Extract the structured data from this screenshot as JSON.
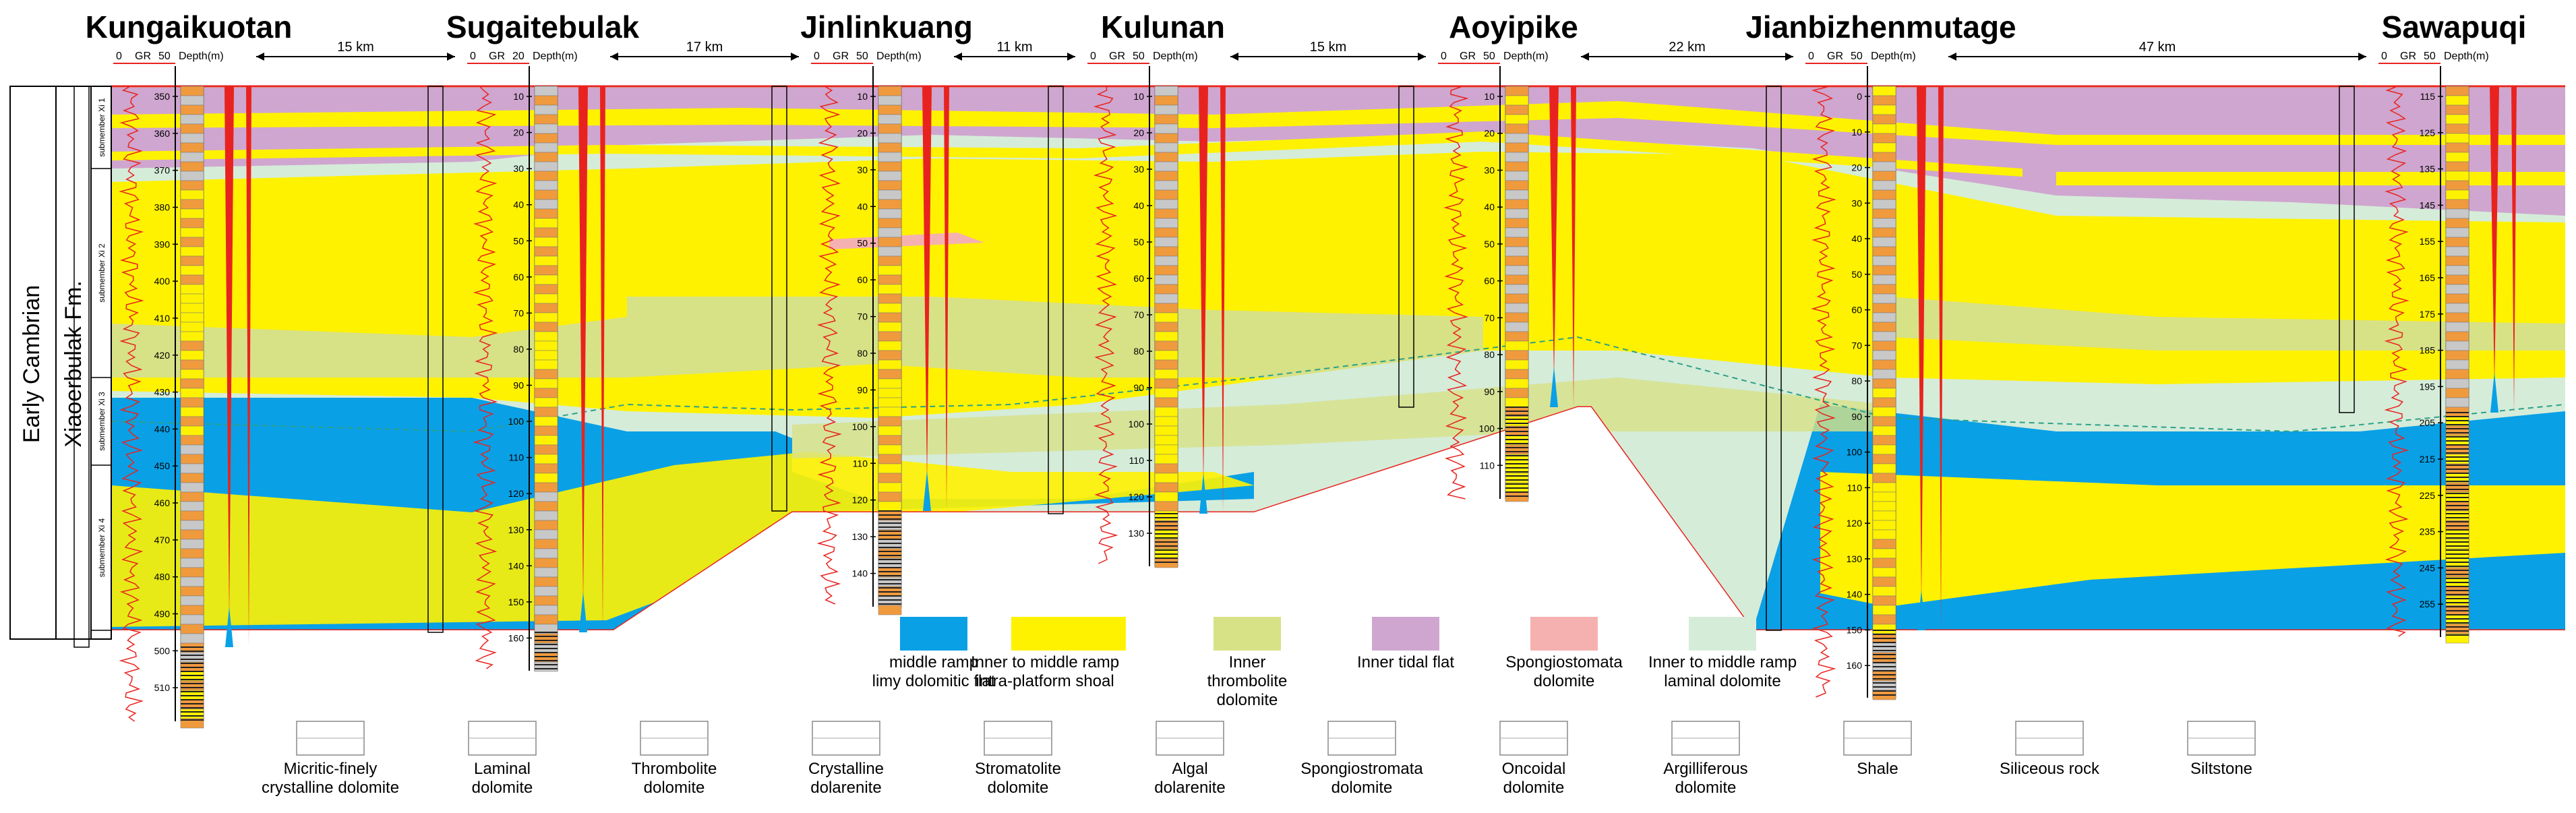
{
  "wells": [
    {
      "name": "Kungaikuotan",
      "depths": [
        "350",
        "360",
        "370",
        "380",
        "390",
        "400",
        "410",
        "420",
        "430",
        "440",
        "450",
        "460",
        "470",
        "480",
        "490",
        "500",
        "510"
      ],
      "subs": [
        "submember Xi 4",
        "submember Xi 3",
        "submember Xi 2",
        "submember Xi 1"
      ]
    },
    {
      "name": "Sugaitebulak",
      "depths": [
        "10",
        "20",
        "30",
        "40",
        "50",
        "60",
        "70",
        "80",
        "90",
        "100",
        "110",
        "120",
        "130",
        "140",
        "150",
        "160"
      ],
      "subs": [
        "submember Xi 4",
        "submember Xi 3",
        "submember Xi 2",
        "submember Xi 1"
      ]
    },
    {
      "name": "Jinlinkuang",
      "depths": [
        "10",
        "20",
        "30",
        "40",
        "50",
        "60",
        "70",
        "80",
        "90",
        "100",
        "110",
        "120",
        "130",
        "140"
      ],
      "subs": [
        "submember Xi 4",
        "submember Xi 3",
        "submember Xi 2",
        "submember Xi 1"
      ]
    },
    {
      "name": "Kulunan",
      "depths": [
        "10",
        "20",
        "30",
        "40",
        "50",
        "60",
        "70",
        "80",
        "90",
        "100",
        "110",
        "120",
        "130"
      ],
      "subs": [
        "submember Xi 4",
        "submember Xi 3",
        "submember Xi 2",
        "submember Xi 1"
      ]
    },
    {
      "name": "Aoyipike",
      "depths": [
        "10",
        "20",
        "30",
        "40",
        "50",
        "60",
        "70",
        "80",
        "90",
        "100",
        "110"
      ],
      "subs": [
        "submember Xi 4",
        "submember Xi 3",
        "submember Xi 2",
        "submember Xi 1"
      ]
    },
    {
      "name": "Jianbizhenmutage",
      "depths": [
        "0",
        "10",
        "20",
        "30",
        "40",
        "50",
        "60",
        "70",
        "80",
        "90",
        "100",
        "110",
        "120",
        "130",
        "140",
        "150",
        "160"
      ],
      "subs": [
        "submember Xi 4",
        "submember Xi 3",
        "submember Xi 2",
        "submember Xi 1"
      ]
    },
    {
      "name": "Sawapuqi",
      "depths": [
        "115",
        "125",
        "135",
        "145",
        "155",
        "165",
        "175",
        "185",
        "195",
        "205",
        "215",
        "225",
        "235",
        "245",
        "255"
      ],
      "subs": [
        "submember Xi 4",
        "submember Xi 3",
        "submember Xi 2",
        "submember Xi 1"
      ]
    }
  ],
  "log_header": {
    "gr_min": "0",
    "gr_label": "GR",
    "gr_max": "50",
    "depth_label": "Depth(m)",
    "gr_max_alt": "20"
  },
  "distances": [
    "15 km",
    "17 km",
    "11 km",
    "15 km",
    "22 km",
    "47 km"
  ],
  "left_labels": {
    "era": "Early Cambrian",
    "formation": "Xiaoerbulak Fm."
  },
  "facies_legend": [
    {
      "color": "#0aa0e6",
      "label": "middle ramp limy dolomitic flat"
    },
    {
      "color": "#fff200",
      "label": "Inner to middle ramp intra-platform shoal"
    },
    {
      "color": "#d7e186",
      "label": "Inner thrombolite dolomite"
    },
    {
      "color": "#cfa6cf",
      "label": "Inner tidal flat"
    },
    {
      "color": "#f5b1b0",
      "label": "Spongiostomata dolomite"
    },
    {
      "color": "#d5ecd9",
      "label": "Inner to middle ramp laminal dolomite"
    }
  ],
  "lithology_legend": [
    {
      "label": "Micritic-finely crystalline dolomite",
      "icon": "micritic-dolomite-icon"
    },
    {
      "label": "Laminal dolomite",
      "icon": "laminal-dolomite-icon"
    },
    {
      "label": "Thrombolite dolomite",
      "icon": "thrombolite-icon"
    },
    {
      "label": "Crystalline dolarenite",
      "icon": "crystalline-dolarenite-icon"
    },
    {
      "label": "Stromatolite dolomite",
      "icon": "stromatolite-icon"
    },
    {
      "label": "Algal dolarenite",
      "icon": "algal-dolarenite-icon"
    },
    {
      "label": "Spongiostromata dolomite",
      "icon": "spongiostromata-icon"
    },
    {
      "label": "Oncoidal dolomite",
      "icon": "oncoidal-icon"
    },
    {
      "label": "Argilliferous dolomite",
      "icon": "argilliferous-icon"
    },
    {
      "label": "Shale",
      "icon": "shale-icon"
    },
    {
      "label": "Siliceous rock",
      "icon": "siliceous-icon"
    },
    {
      "label": "Siltstone",
      "icon": "siltstone-icon"
    }
  ],
  "colors": {
    "limy": "#0aa0e6",
    "shoal": "#fff200",
    "thrombolite": "#d7e186",
    "tidal": "#cfa6cf",
    "spongio": "#f5b1b0",
    "laminal": "#d5ecd9",
    "red": "#e8231f",
    "orange": "#f09a3e"
  }
}
